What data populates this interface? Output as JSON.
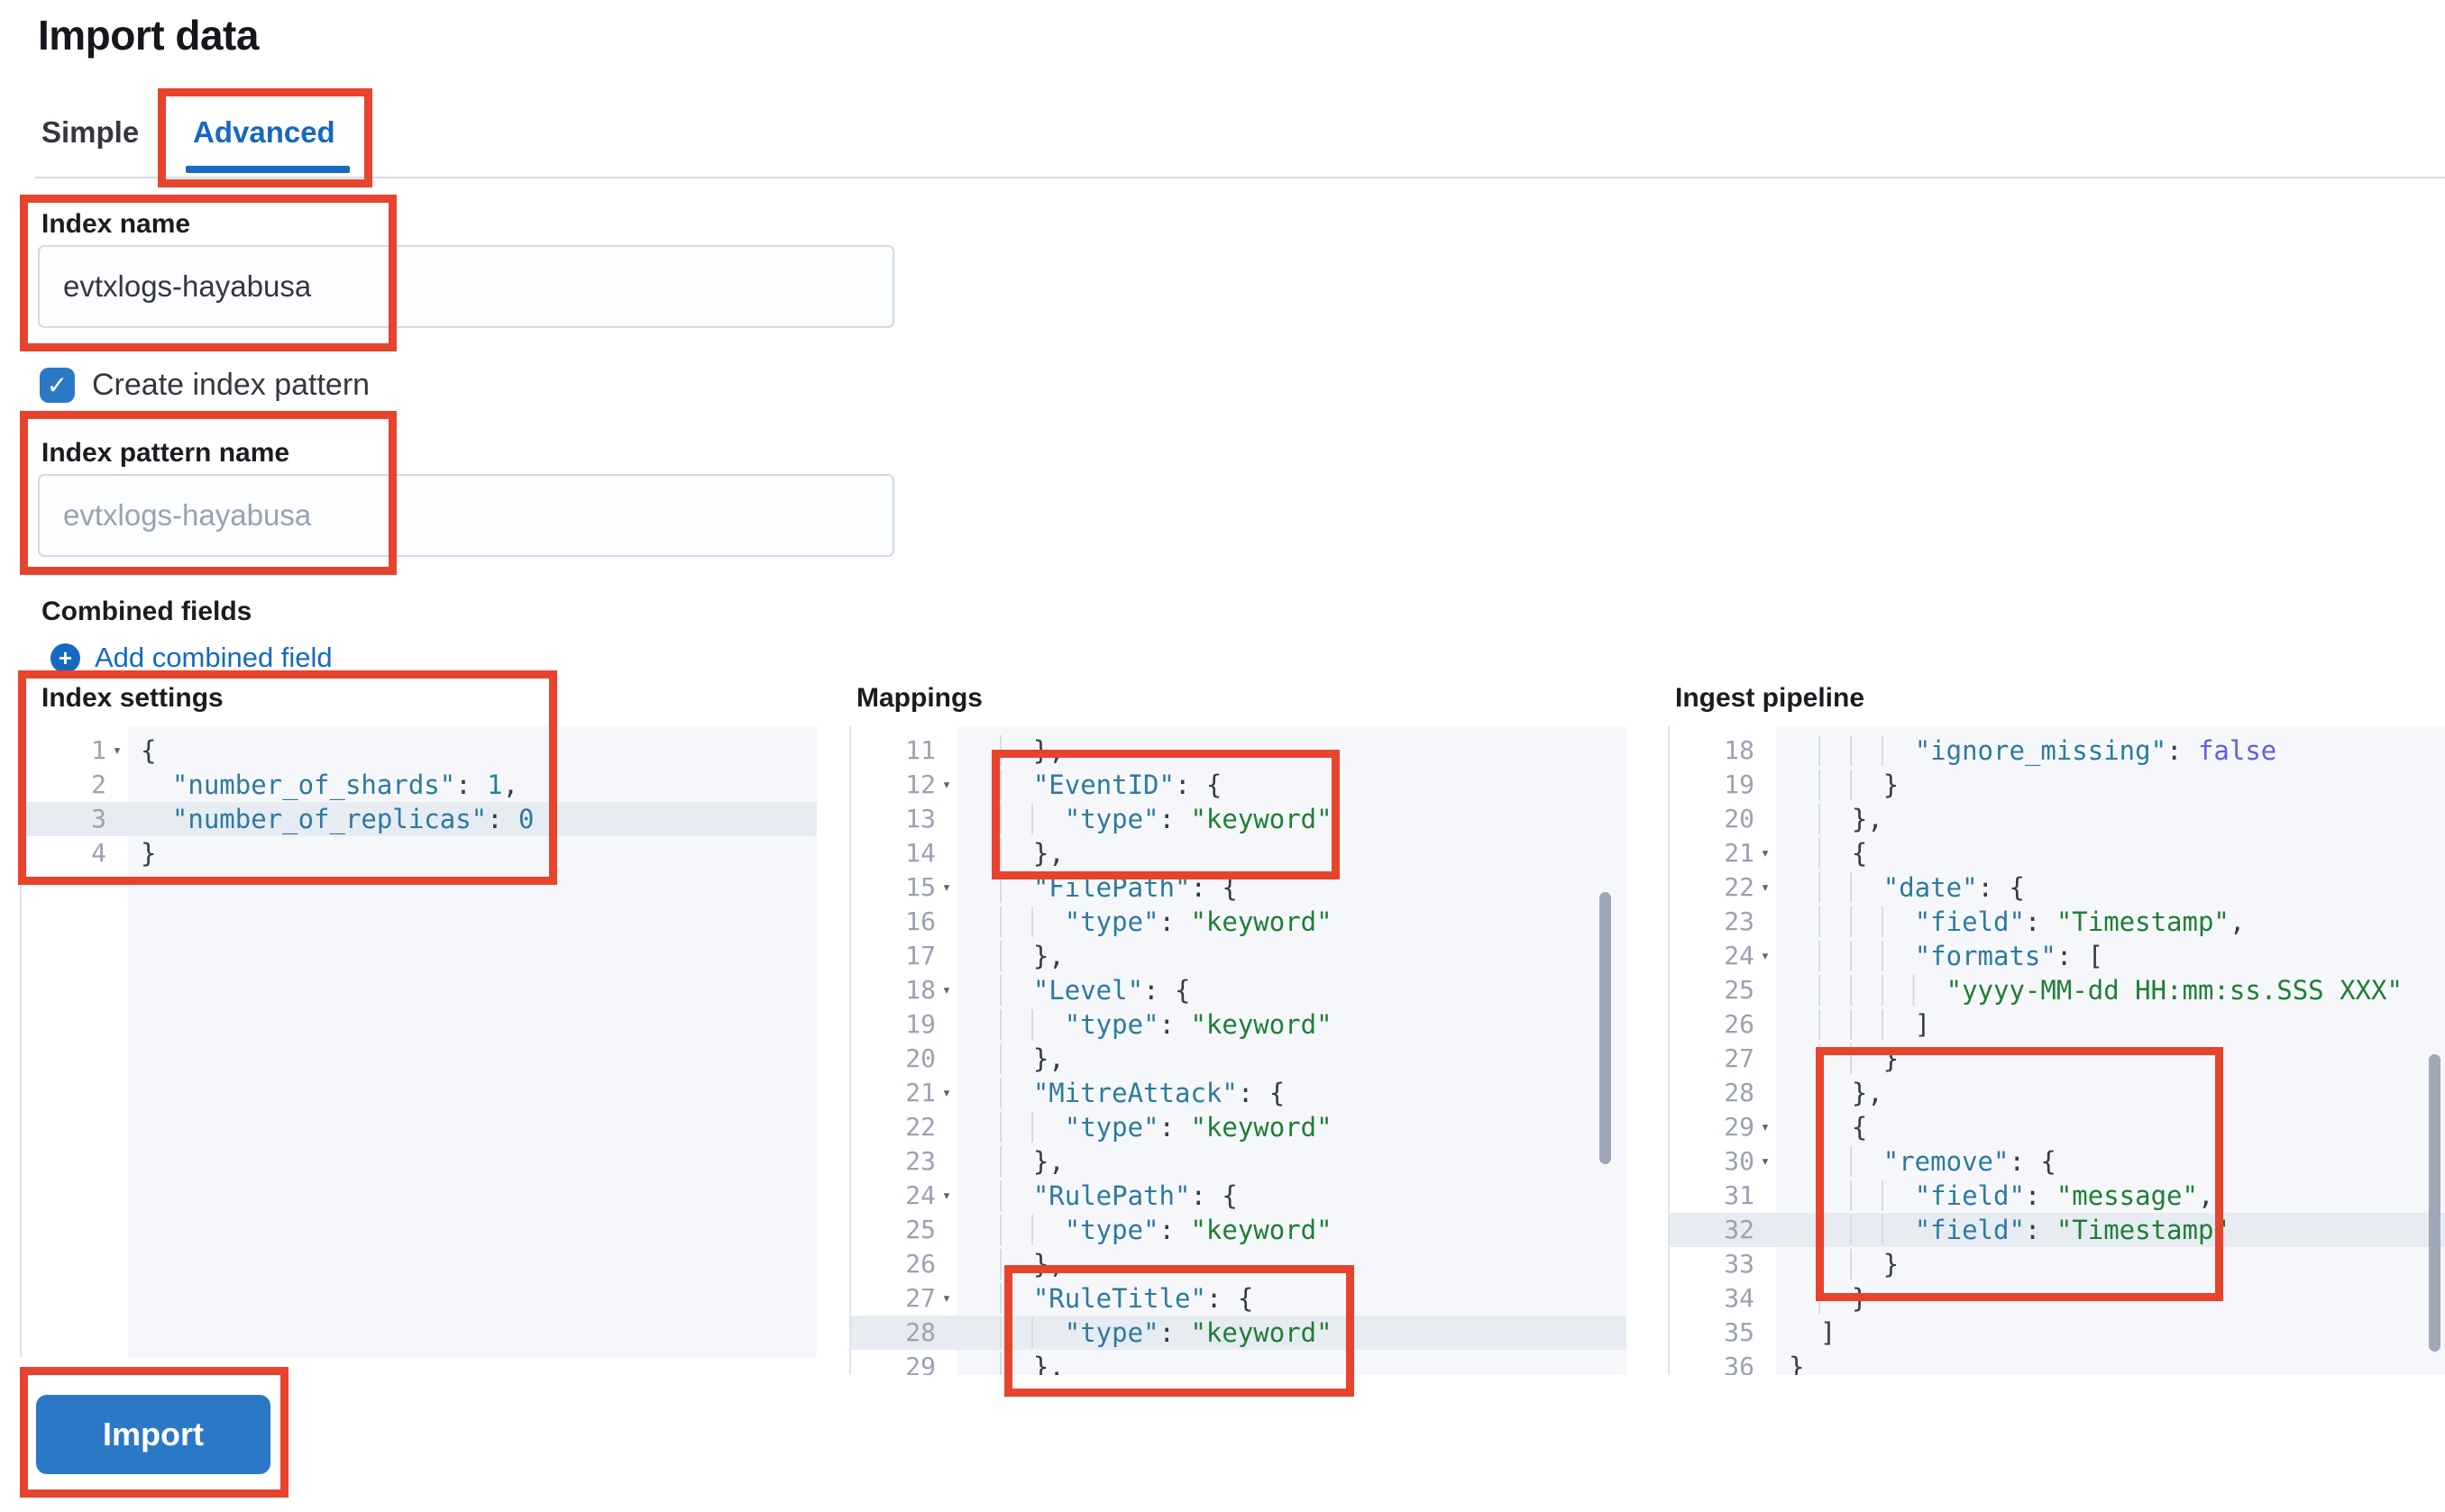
{
  "page": {
    "title": "Import data"
  },
  "tabs": [
    {
      "label": "Simple",
      "active": false
    },
    {
      "label": "Advanced",
      "active": true
    }
  ],
  "form": {
    "index_name": {
      "label": "Index name",
      "value": "evtxlogs-hayabusa"
    },
    "create_index_pattern": {
      "label": "Create index pattern",
      "checked": true
    },
    "index_pattern_name": {
      "label": "Index pattern name",
      "placeholder": "evtxlogs-hayabusa"
    },
    "combined_fields": {
      "label": "Combined fields",
      "add_label": "Add combined field"
    }
  },
  "icons": {
    "plus": "+",
    "check": "✓",
    "fold": "▾"
  },
  "editors": [
    {
      "id": "index-settings",
      "label": "Index settings",
      "highlight_line": 3,
      "lines": [
        {
          "n": 1,
          "fold": true,
          "ind": 0,
          "toks": [
            [
              "p",
              "{"
            ]
          ]
        },
        {
          "n": 2,
          "ind": 2,
          "toks": [
            [
              "k",
              "\"number_of_shards\""
            ],
            [
              "p",
              ": "
            ],
            [
              "n",
              "1"
            ],
            [
              "p",
              ","
            ]
          ]
        },
        {
          "n": 3,
          "ind": 2,
          "hl": true,
          "toks": [
            [
              "k",
              "\"number_of_replicas\""
            ],
            [
              "p",
              ": "
            ],
            [
              "n",
              "0"
            ]
          ]
        },
        {
          "n": 4,
          "ind": 0,
          "toks": [
            [
              "p",
              "}"
            ]
          ]
        }
      ]
    },
    {
      "id": "mappings",
      "label": "Mappings",
      "highlight_line": 28,
      "lines": [
        {
          "n": 11,
          "ind": 4,
          "toks": [
            [
              "p",
              "},"
            ]
          ]
        },
        {
          "n": 12,
          "fold": true,
          "ind": 4,
          "toks": [
            [
              "k",
              "\"EventID\""
            ],
            [
              "p",
              ": {"
            ]
          ]
        },
        {
          "n": 13,
          "ind": 6,
          "toks": [
            [
              "k",
              "\"type\""
            ],
            [
              "p",
              ": "
            ],
            [
              "s",
              "\"keyword\""
            ]
          ]
        },
        {
          "n": 14,
          "ind": 4,
          "toks": [
            [
              "p",
              "},"
            ]
          ]
        },
        {
          "n": 15,
          "fold": true,
          "ind": 4,
          "toks": [
            [
              "k",
              "\"FilePath\""
            ],
            [
              "p",
              ": {"
            ]
          ]
        },
        {
          "n": 16,
          "ind": 6,
          "toks": [
            [
              "k",
              "\"type\""
            ],
            [
              "p",
              ": "
            ],
            [
              "s",
              "\"keyword\""
            ]
          ]
        },
        {
          "n": 17,
          "ind": 4,
          "toks": [
            [
              "p",
              "},"
            ]
          ]
        },
        {
          "n": 18,
          "fold": true,
          "ind": 4,
          "toks": [
            [
              "k",
              "\"Level\""
            ],
            [
              "p",
              ": {"
            ]
          ]
        },
        {
          "n": 19,
          "ind": 6,
          "toks": [
            [
              "k",
              "\"type\""
            ],
            [
              "p",
              ": "
            ],
            [
              "s",
              "\"keyword\""
            ]
          ]
        },
        {
          "n": 20,
          "ind": 4,
          "toks": [
            [
              "p",
              "},"
            ]
          ]
        },
        {
          "n": 21,
          "fold": true,
          "ind": 4,
          "toks": [
            [
              "k",
              "\"MitreAttack\""
            ],
            [
              "p",
              ": {"
            ]
          ]
        },
        {
          "n": 22,
          "ind": 6,
          "toks": [
            [
              "k",
              "\"type\""
            ],
            [
              "p",
              ": "
            ],
            [
              "s",
              "\"keyword\""
            ]
          ]
        },
        {
          "n": 23,
          "ind": 4,
          "toks": [
            [
              "p",
              "},"
            ]
          ]
        },
        {
          "n": 24,
          "fold": true,
          "ind": 4,
          "toks": [
            [
              "k",
              "\"RulePath\""
            ],
            [
              "p",
              ": {"
            ]
          ]
        },
        {
          "n": 25,
          "ind": 6,
          "toks": [
            [
              "k",
              "\"type\""
            ],
            [
              "p",
              ": "
            ],
            [
              "s",
              "\"keyword\""
            ]
          ]
        },
        {
          "n": 26,
          "ind": 4,
          "toks": [
            [
              "p",
              "},"
            ]
          ]
        },
        {
          "n": 27,
          "fold": true,
          "ind": 4,
          "toks": [
            [
              "k",
              "\"RuleTitle\""
            ],
            [
              "p",
              ": {"
            ]
          ]
        },
        {
          "n": 28,
          "ind": 6,
          "hl": true,
          "toks": [
            [
              "k",
              "\"type\""
            ],
            [
              "p",
              ": "
            ],
            [
              "s",
              "\"keyword\""
            ]
          ]
        },
        {
          "n": 29,
          "ind": 4,
          "toks": [
            [
              "p",
              "},"
            ]
          ]
        }
      ]
    },
    {
      "id": "ingest-pipeline",
      "label": "Ingest pipeline",
      "highlight_line": 32,
      "lines": [
        {
          "n": 18,
          "ind": 8,
          "toks": [
            [
              "k",
              "\"ignore_missing\""
            ],
            [
              "p",
              ": "
            ],
            [
              "b",
              "false"
            ]
          ]
        },
        {
          "n": 19,
          "ind": 6,
          "toks": [
            [
              "p",
              "}"
            ]
          ]
        },
        {
          "n": 20,
          "ind": 4,
          "toks": [
            [
              "p",
              "},"
            ]
          ]
        },
        {
          "n": 21,
          "fold": true,
          "ind": 4,
          "toks": [
            [
              "p",
              "{"
            ]
          ]
        },
        {
          "n": 22,
          "fold": true,
          "ind": 6,
          "toks": [
            [
              "k",
              "\"date\""
            ],
            [
              "p",
              ": {"
            ]
          ]
        },
        {
          "n": 23,
          "ind": 8,
          "toks": [
            [
              "k",
              "\"field\""
            ],
            [
              "p",
              ": "
            ],
            [
              "s",
              "\"Timestamp\""
            ],
            [
              "p",
              ","
            ]
          ]
        },
        {
          "n": 24,
          "fold": true,
          "ind": 8,
          "toks": [
            [
              "k",
              "\"formats\""
            ],
            [
              "p",
              ": ["
            ]
          ]
        },
        {
          "n": 25,
          "ind": 10,
          "toks": [
            [
              "s",
              "\"yyyy-MM-dd HH:mm:ss.SSS XXX\""
            ]
          ]
        },
        {
          "n": 26,
          "ind": 8,
          "toks": [
            [
              "p",
              "]"
            ]
          ]
        },
        {
          "n": 27,
          "ind": 6,
          "toks": [
            [
              "p",
              "}"
            ]
          ]
        },
        {
          "n": 28,
          "ind": 4,
          "toks": [
            [
              "p",
              "},"
            ]
          ]
        },
        {
          "n": 29,
          "fold": true,
          "ind": 4,
          "toks": [
            [
              "p",
              "{"
            ]
          ]
        },
        {
          "n": 30,
          "fold": true,
          "ind": 6,
          "toks": [
            [
              "k",
              "\"remove\""
            ],
            [
              "p",
              ": {"
            ]
          ]
        },
        {
          "n": 31,
          "ind": 8,
          "toks": [
            [
              "k",
              "\"field\""
            ],
            [
              "p",
              ": "
            ],
            [
              "s",
              "\"message\""
            ],
            [
              "p",
              ","
            ]
          ]
        },
        {
          "n": 32,
          "ind": 8,
          "hl": true,
          "toks": [
            [
              "k",
              "\"field\""
            ],
            [
              "p",
              ": "
            ],
            [
              "s",
              "\"Timestamp\""
            ]
          ]
        },
        {
          "n": 33,
          "ind": 6,
          "toks": [
            [
              "p",
              "}"
            ]
          ]
        },
        {
          "n": 34,
          "ind": 4,
          "toks": [
            [
              "p",
              "}"
            ]
          ]
        },
        {
          "n": 35,
          "ind": 2,
          "toks": [
            [
              "p",
              "]"
            ]
          ]
        },
        {
          "n": 36,
          "ind": 0,
          "toks": [
            [
              "p",
              "}"
            ]
          ]
        }
      ]
    }
  ],
  "import_button": {
    "label": "Import"
  },
  "colors": {
    "accent": "#1569c0",
    "btn": "#2b78c7",
    "red": "#e8432d",
    "editor-bg": "#f5f7fa",
    "hl": "#e7ebf2",
    "key": "#2d7a9e",
    "str": "#1f7e35",
    "bool": "#655ce0",
    "num": "#2d7a9e",
    "punct": "#363b45",
    "lineno": "#9aa2b1",
    "guide": "#d6dbe4",
    "border": "#d3dae6",
    "text": "#343741",
    "ph": "#98a2b3",
    "sb": "#9fa8b8"
  }
}
